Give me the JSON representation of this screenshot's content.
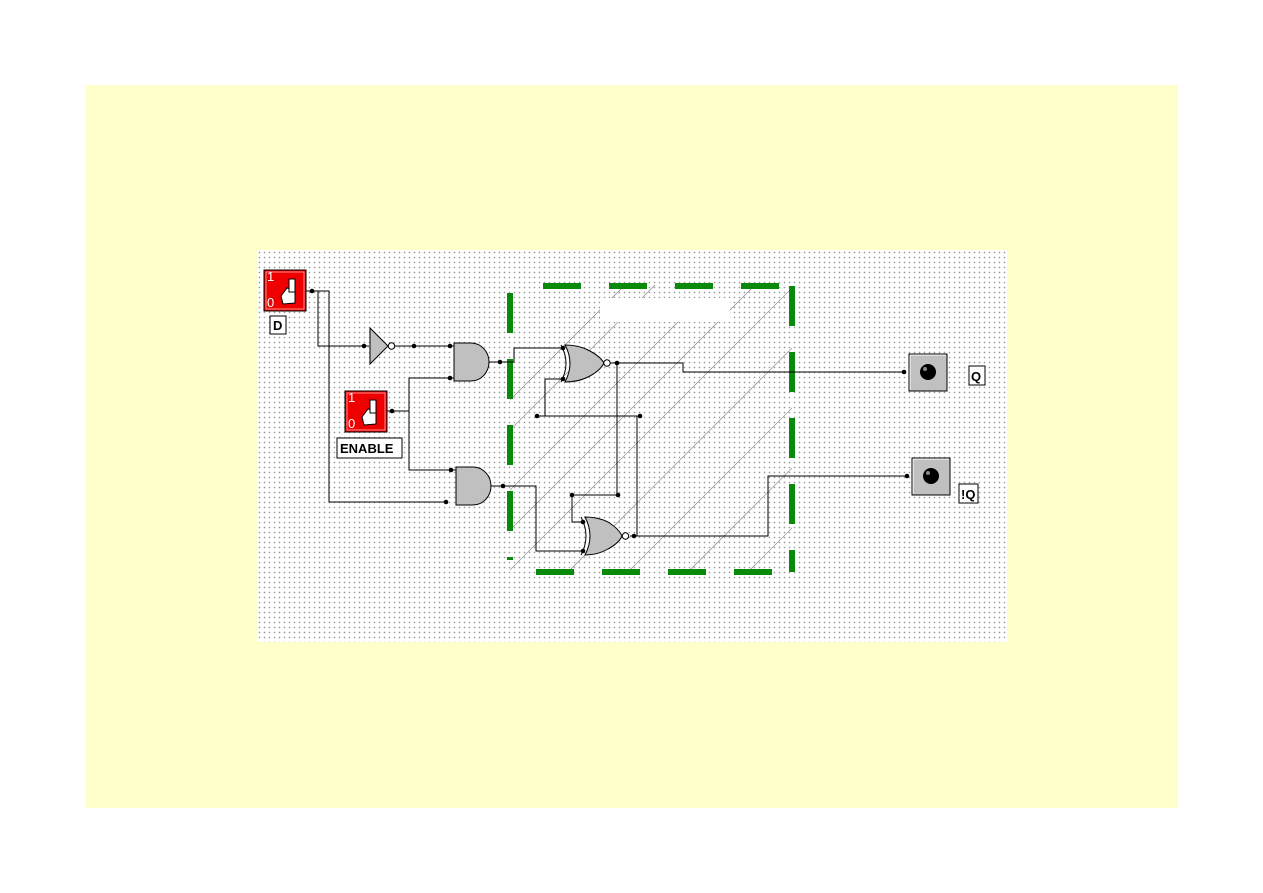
{
  "labels": {
    "d_input": "D",
    "enable_input": "ENABLE",
    "q_output": "Q",
    "nq_output": "!Q"
  },
  "switch_marks": {
    "high": "1",
    "low": "0"
  },
  "colors": {
    "slide_background": "#ffffcc",
    "switch_red": "#ee0000",
    "gate_gray": "#c0c0c0",
    "highlight_dash": "#0a8a0a"
  },
  "components": [
    {
      "kind": "toggle-switch",
      "label": "D"
    },
    {
      "kind": "toggle-switch",
      "label": "ENABLE"
    },
    {
      "kind": "not-gate"
    },
    {
      "kind": "and-gate"
    },
    {
      "kind": "and-gate"
    },
    {
      "kind": "nor-gate"
    },
    {
      "kind": "nor-gate"
    },
    {
      "kind": "led-output",
      "label": "Q"
    },
    {
      "kind": "led-output",
      "label": "!Q"
    }
  ],
  "highlight": "dashed green box around the cross-coupled NOR latch"
}
